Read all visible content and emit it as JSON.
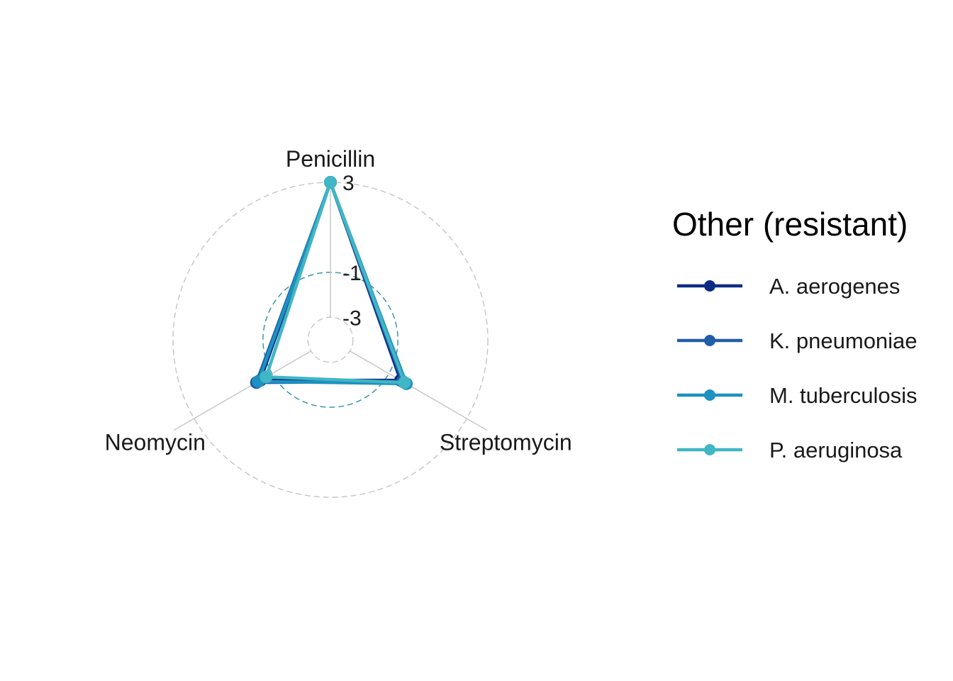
{
  "chart_data": {
    "type": "radar",
    "axes": [
      "Penicillin",
      "Streptomycin",
      "Neomycin"
    ],
    "ticks": [
      {
        "value": 3,
        "label": "3"
      },
      {
        "value": -1,
        "label": "-1"
      },
      {
        "value": -3,
        "label": "-3"
      }
    ],
    "range": [
      -4,
      3
    ],
    "legend": {
      "title": "Other (resistant)",
      "position": "right"
    },
    "series": [
      {
        "name": "A. aerogenes",
        "color": "#0c2c84",
        "values": [
          3.0,
          -0.4,
          -0.4
        ]
      },
      {
        "name": "K. pneumoniae",
        "color": "#225ea8",
        "values": [
          3.0,
          -0.3,
          -0.2
        ]
      },
      {
        "name": "M. tuberculosis",
        "color": "#1d91c0",
        "values": [
          3.0,
          -0.1,
          -0.3
        ]
      },
      {
        "name": "P. aeruginosa",
        "color": "#41b6c4",
        "values": [
          3.0,
          -0.2,
          -0.7
        ]
      }
    ]
  }
}
